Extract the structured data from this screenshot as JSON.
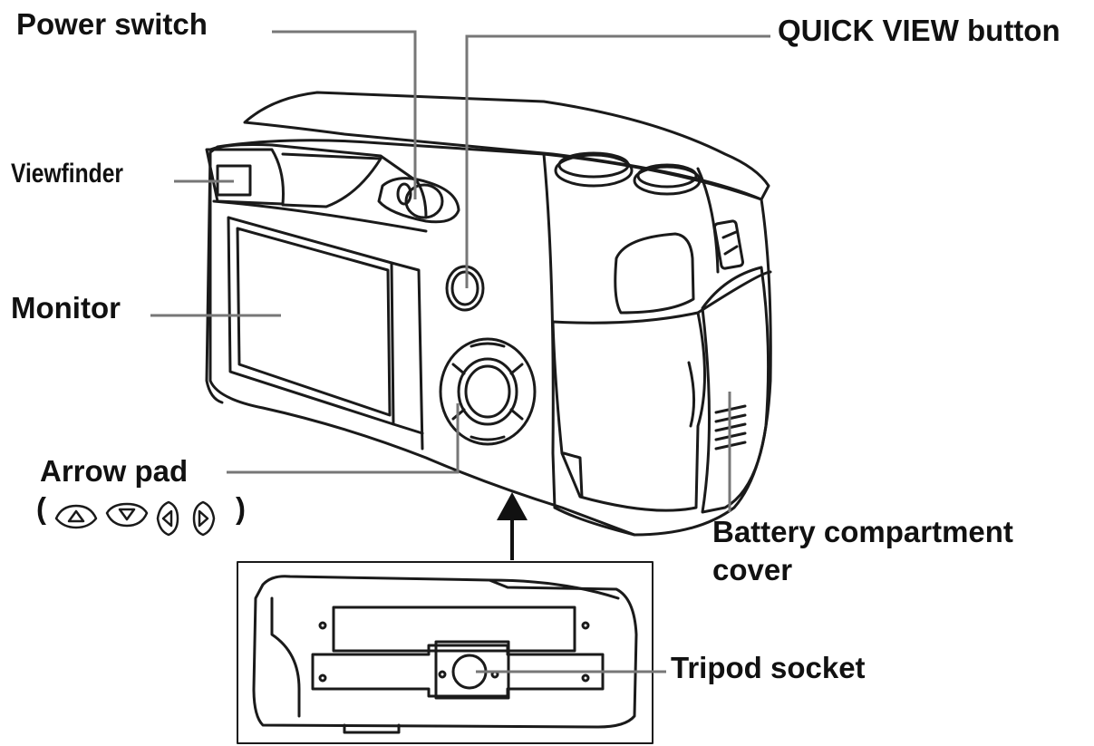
{
  "labels": {
    "power_switch": "Power switch",
    "quick_view_button": "QUICK VIEW button",
    "viewfinder": "Viewfinder",
    "monitor": "Monitor",
    "arrow_pad": "Arrow pad",
    "arrow_pad_open": "(",
    "arrow_pad_close": ")",
    "battery_cover_line1": "Battery compartment",
    "battery_cover_line2": "cover",
    "tripod_socket": "Tripod socket"
  },
  "icons": [
    "arrow-up-icon",
    "arrow-down-icon",
    "arrow-left-icon",
    "arrow-right-icon"
  ],
  "colors": {
    "line": "#1a1a1a",
    "leader": "#777777",
    "text": "#111111",
    "background": "#ffffff"
  }
}
